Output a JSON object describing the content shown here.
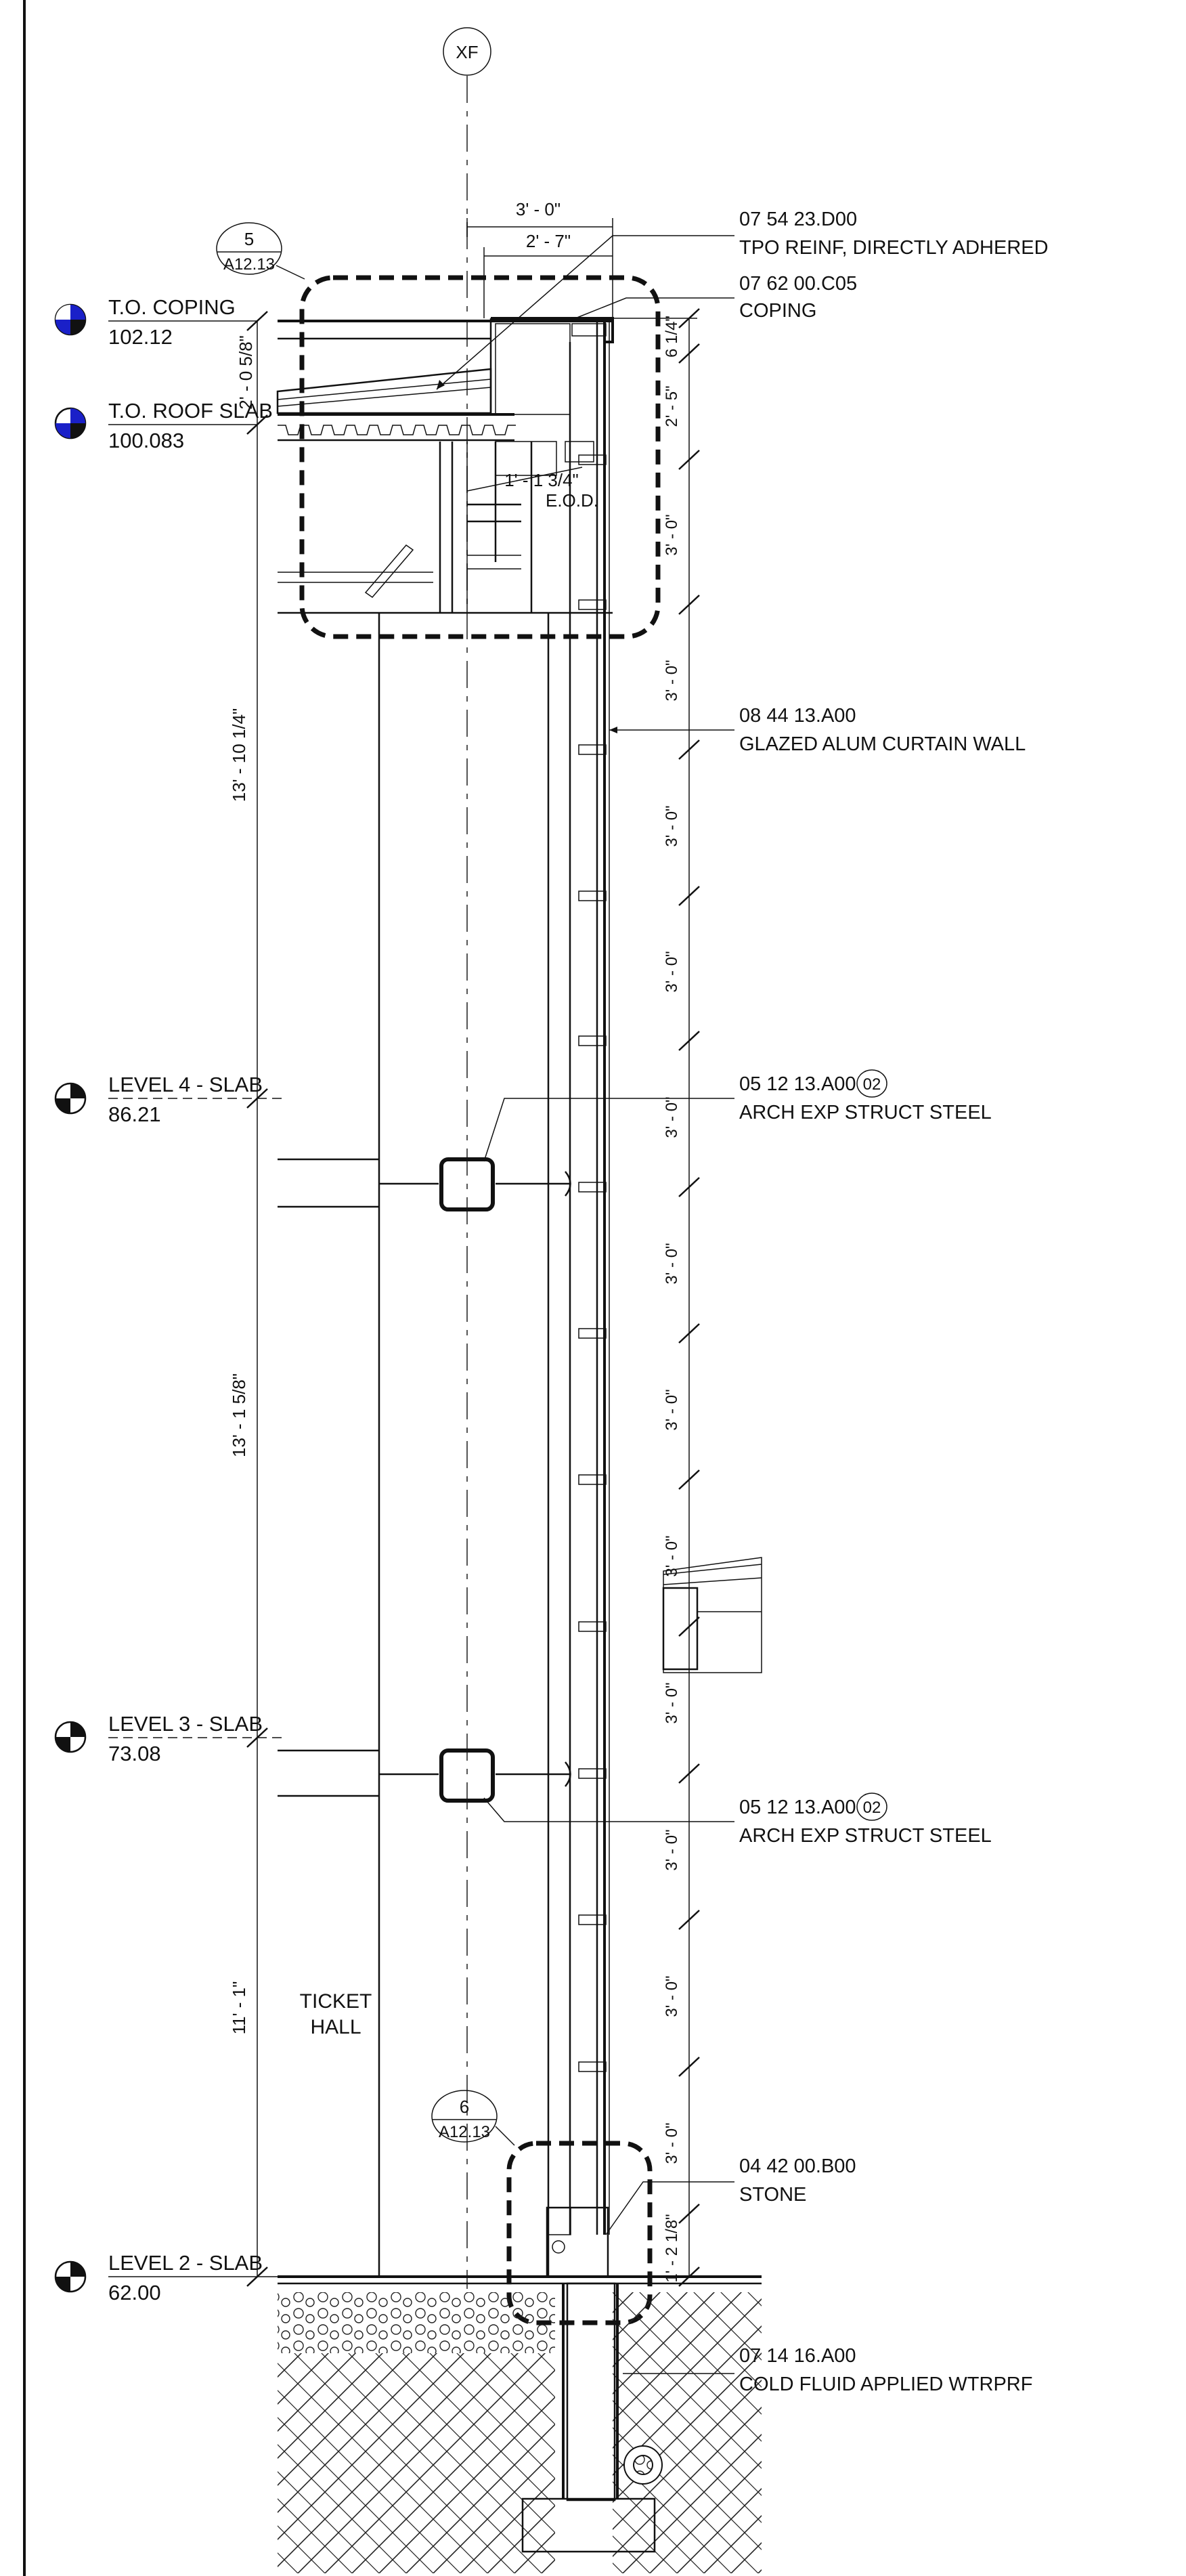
{
  "grid_bubble": "XF",
  "callouts": {
    "top": {
      "number": "5",
      "sheet": "A12.13"
    },
    "bottom": {
      "number": "6",
      "sheet": "A12.13"
    }
  },
  "levels": [
    {
      "name": "T.O. COPING",
      "elev": "102.12"
    },
    {
      "name": "T.O. ROOF SLAB",
      "elev": "100.083"
    },
    {
      "name": "LEVEL 4 - SLAB",
      "elev": "86.21"
    },
    {
      "name": "LEVEL 3 - SLAB",
      "elev": "73.08"
    },
    {
      "name": "LEVEL 2 - SLAB",
      "elev": "62.00"
    }
  ],
  "notes": [
    {
      "code": "07 54 23.D00",
      "desc": "TPO REINF, DIRECTLY ADHERED"
    },
    {
      "code": "07 62 00.C05",
      "desc": "COPING"
    },
    {
      "code": "08 44 13.A00",
      "desc": "GLAZED ALUM CURTAIN WALL"
    },
    {
      "code": "05 12 13.A00",
      "desc": "ARCH EXP STRUCT STEEL",
      "tag": "02"
    },
    {
      "code": "05 12 13.A00",
      "desc": "ARCH EXP STRUCT STEEL",
      "tag": "02"
    },
    {
      "code": "04 42 00.B00",
      "desc": "STONE"
    },
    {
      "code": "07 14 16.A00",
      "desc": "COLD FLUID APPLIED WTRPRF"
    }
  ],
  "dims": {
    "top_width": "3' - 0\"",
    "inner_width": "2' - 7\"",
    "eod": "1' - 1 3/4\"",
    "eod_note": "E.O.D.",
    "coping_to_slab": "2' - 0 5/8\"",
    "coping_small": "6 1/4\"",
    "coping_small2": "2' - 5\"",
    "roof_to_l4": "13' - 10 1/4\"",
    "l4_to_l3": "13' - 1 5/8\"",
    "l3_to_l2": "11' - 1\"",
    "module": "3' - 0\"",
    "base": "1' - 2 1/8\""
  },
  "room": {
    "line1": "TICKET",
    "line2": "HALL"
  },
  "colors": {
    "datum_blue": "#1a20c8",
    "ink": "#111111"
  }
}
